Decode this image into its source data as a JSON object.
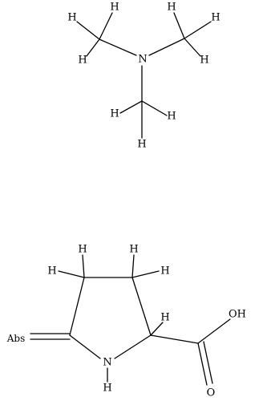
{
  "image_title": "",
  "molecules": [
    {
      "id": "trimethylamine",
      "atoms": [
        {
          "name": "atom-n",
          "label": "N"
        },
        {
          "name": "atom-h",
          "label": "H"
        },
        {
          "name": "atom-h",
          "label": "H"
        },
        {
          "name": "atom-h",
          "label": "H"
        },
        {
          "name": "atom-h",
          "label": "H"
        },
        {
          "name": "atom-h",
          "label": "H"
        },
        {
          "name": "atom-h",
          "label": "H"
        },
        {
          "name": "atom-h",
          "label": "H"
        },
        {
          "name": "atom-h",
          "label": "H"
        },
        {
          "name": "atom-h",
          "label": "H"
        }
      ]
    },
    {
      "id": "pyroglutamic-acid",
      "atoms": [
        {
          "name": "atom-h",
          "label": "H"
        },
        {
          "name": "atom-h",
          "label": "H"
        },
        {
          "name": "atom-h",
          "label": "H"
        },
        {
          "name": "atom-h",
          "label": "H"
        },
        {
          "name": "atom-h",
          "label": "H"
        },
        {
          "name": "atom-oh",
          "label": "OH"
        },
        {
          "name": "atom-o",
          "label": "O"
        },
        {
          "name": "atom-nh",
          "label": "N"
        },
        {
          "name": "atom-nh-h",
          "label": "H"
        },
        {
          "name": "stereo-abs-label",
          "label": "Abs"
        }
      ]
    }
  ]
}
